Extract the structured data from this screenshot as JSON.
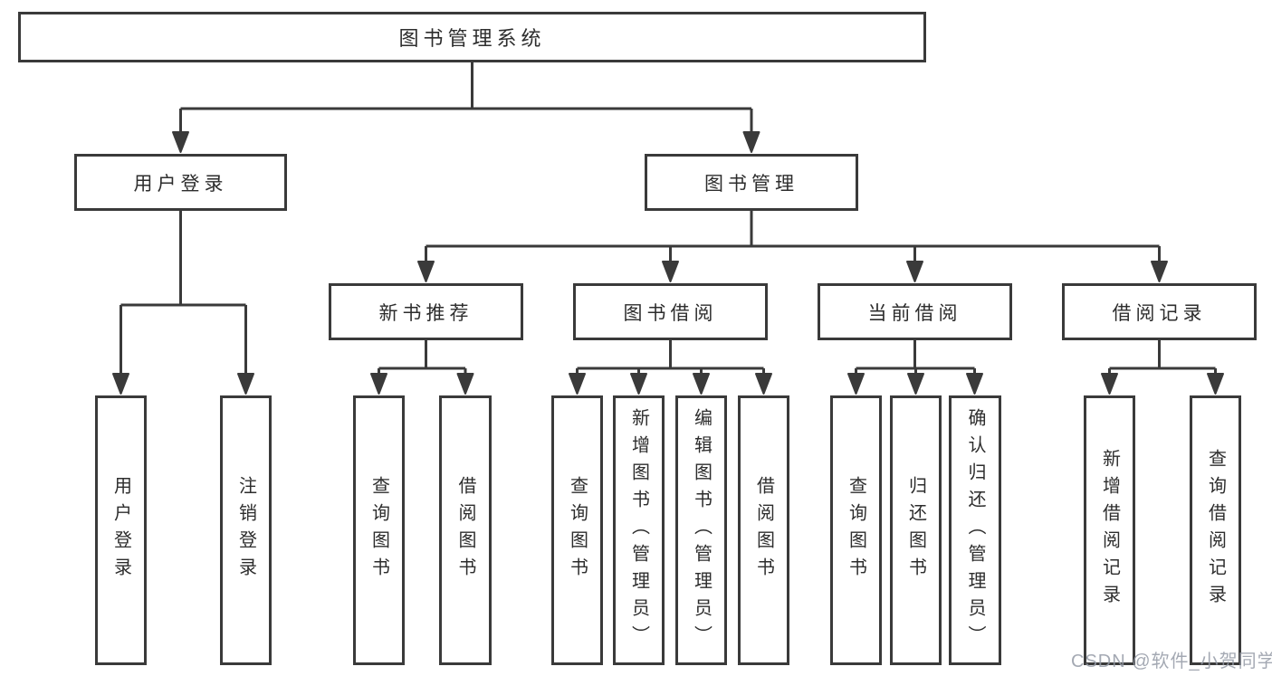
{
  "diagram": {
    "root": {
      "label": "图书管理系统"
    },
    "level2": [
      {
        "label": "用户登录"
      },
      {
        "label": "图书管理"
      }
    ],
    "level3": [
      {
        "label": "新书推荐",
        "parent": "图书管理"
      },
      {
        "label": "图书借阅",
        "parent": "图书管理"
      },
      {
        "label": "当前借阅",
        "parent": "图书管理"
      },
      {
        "label": "借阅记录",
        "parent": "图书管理"
      }
    ],
    "level4": [
      {
        "label": "用户登录",
        "parent": "用户登录"
      },
      {
        "label": "注销登录",
        "parent": "用户登录"
      },
      {
        "label": "查询图书",
        "parent": "新书推荐"
      },
      {
        "label": "借阅图书",
        "parent": "新书推荐"
      },
      {
        "label": "查询图书",
        "parent": "图书借阅"
      },
      {
        "label": "新增图书（管理员）",
        "parent": "图书借阅"
      },
      {
        "label": "编辑图书（管理员）",
        "parent": "图书借阅"
      },
      {
        "label": "借阅图书",
        "parent": "图书借阅"
      },
      {
        "label": "查询图书",
        "parent": "当前借阅"
      },
      {
        "label": "归还图书",
        "parent": "当前借阅"
      },
      {
        "label": "确认归还（管理员）",
        "parent": "当前借阅"
      },
      {
        "label": "新增借阅记录",
        "parent": "借阅记录"
      },
      {
        "label": "查询借阅记录",
        "parent": "借阅记录"
      }
    ]
  },
  "watermark": {
    "text": "CSDN @软件_小贺同学"
  },
  "colors": {
    "line": "#3a3a3a",
    "text": "#2d2d2d",
    "box_background": "#ffffff",
    "watermark": "#949aa6"
  }
}
